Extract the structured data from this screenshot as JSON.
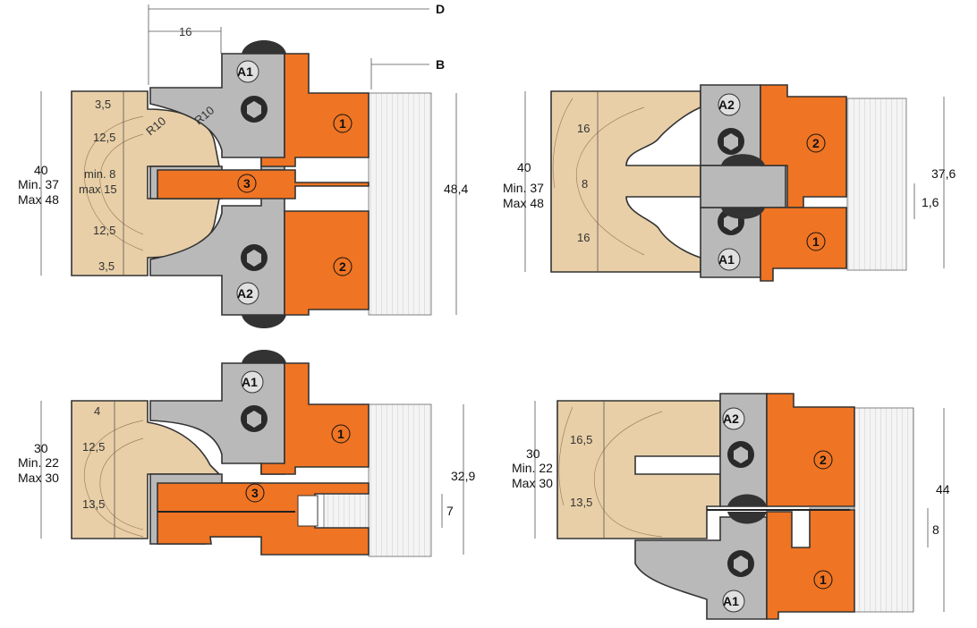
{
  "top_left": {
    "D": "D",
    "B": "B",
    "dim_16": "16",
    "h_total": "40",
    "h_min": "Min. 37",
    "h_max": "Max 48",
    "v1": "3,5",
    "v2": "12,5",
    "v3": "min. 8",
    "v4": "max 15",
    "v5": "12,5",
    "v6": "3,5",
    "r1": "R10",
    "r2": "R10",
    "w": "48,4",
    "a1": "A1",
    "a2": "A2",
    "p1": "1",
    "p2": "2",
    "p3": "3"
  },
  "top_right": {
    "h_total": "40",
    "h_min": "Min. 37",
    "h_max": "Max 48",
    "v1": "16",
    "v2": "8",
    "v3": "16",
    "w": "37,6",
    "gap": "1,6",
    "a1": "A1",
    "a2": "A2",
    "p1": "1",
    "p2": "2"
  },
  "bottom_left": {
    "h_total": "30",
    "h_min": "Min. 22",
    "h_max": "Max 30",
    "v1": "4",
    "v2": "12,5",
    "v3": "13,5",
    "w": "32,9",
    "gap": "7",
    "a1": "A1",
    "p1": "1",
    "p3": "3"
  },
  "bottom_right": {
    "h_total": "30",
    "h_min": "Min. 22",
    "h_max": "Max 30",
    "v1": "16,5",
    "v2": "13,5",
    "w": "44",
    "gap": "8",
    "a1": "A1",
    "a2": "A2",
    "p1": "1",
    "p2": "2"
  }
}
